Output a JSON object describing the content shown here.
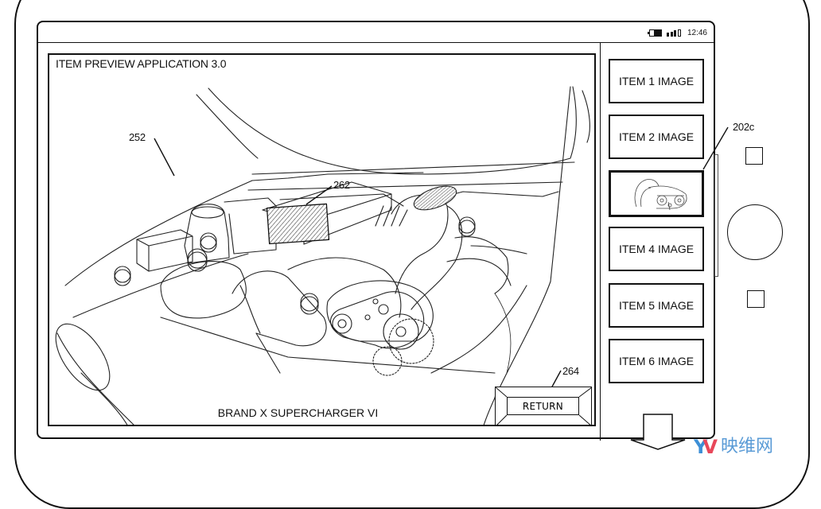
{
  "status_bar": {
    "battery_icon": "battery-icon",
    "signal_icon": "signal-strength-icon",
    "signal_bars_filled": 3,
    "signal_bars_total": 4,
    "time": "12:46"
  },
  "preview": {
    "app_title": "ITEM PREVIEW APPLICATION 3.0",
    "product_name": "BRAND X SUPERCHARGER VI",
    "image_description": "Line drawing of an open car hood showing an engine bay with a supercharger and belt drive",
    "highlighted_part_label": "262",
    "image_label": "252",
    "return_button": {
      "label": "RETURN",
      "ref_label": "264"
    }
  },
  "sidebar": {
    "items": [
      {
        "label": "ITEM 1 IMAGE",
        "selected": false
      },
      {
        "label": "ITEM 2 IMAGE",
        "selected": false
      },
      {
        "label": "",
        "selected": true,
        "thumbnail": "supercharger-thumbnail"
      },
      {
        "label": "ITEM 4 IMAGE",
        "selected": false
      },
      {
        "label": "ITEM 5 IMAGE",
        "selected": false
      },
      {
        "label": "ITEM 6 IMAGE",
        "selected": false
      }
    ],
    "selected_ref_label": "202c",
    "scroll_down_icon": "arrow-down-icon"
  },
  "device": {
    "buttons": [
      "back-square-button",
      "home-round-button",
      "menu-square-button"
    ]
  },
  "watermark": {
    "logo_letters": [
      "Y",
      "V"
    ],
    "text": "映维网",
    "colors": {
      "blue": "#3d8fd6",
      "red": "#e8475a"
    }
  }
}
